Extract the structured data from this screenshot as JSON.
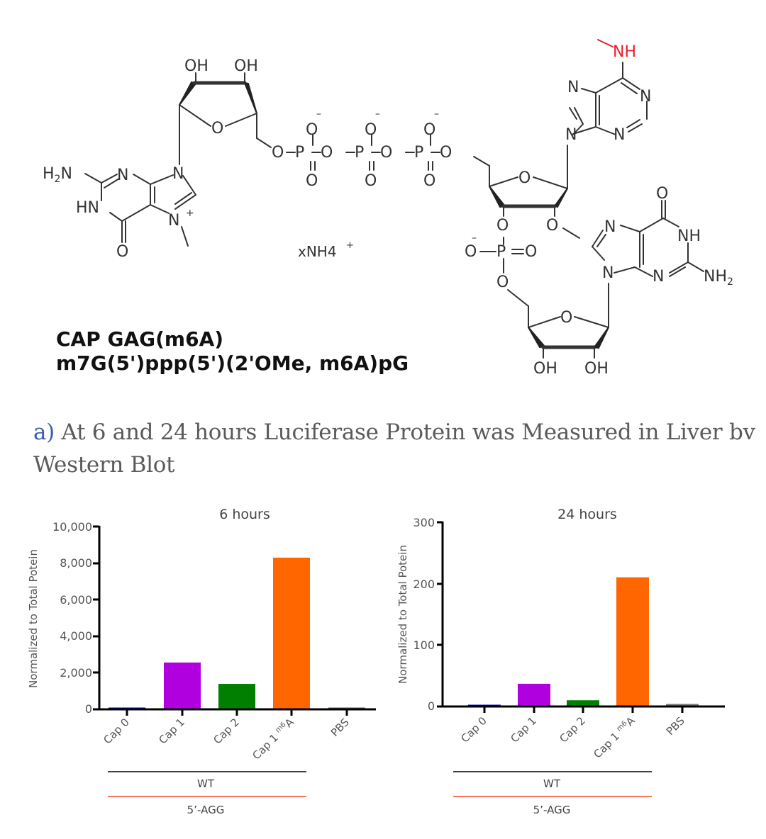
{
  "structure": {
    "name_line1": "CAP GAG(m6A)",
    "name_line2": "m7G(5')ppp(5')(2'OMe, m6A)pG",
    "counterion": "xNH4",
    "counterion_charge": "+",
    "methylamine_label": "NH",
    "highlight_color": "#e8202a"
  },
  "caption": {
    "label": "a)",
    "text": " At 6 and 24 hours Luciferase Protein was Measured in Liver bv Western Blot"
  },
  "legend": {
    "wt_label": "WT",
    "wt_color": "#000000",
    "agg_label": "5’-AGG",
    "agg_color": "#f04a23"
  },
  "chart_data": [
    {
      "type": "bar",
      "title": "6 hours",
      "xlabel": "",
      "ylabel": "Normalized to Total Potein",
      "categories": [
        "Cap 0",
        "Cap 1",
        "Cap 2",
        "Cap 1 m6A",
        "PBS"
      ],
      "values": [
        30,
        2530,
        1360,
        8290,
        5
      ],
      "colors": [
        "#0000cc",
        "#b000e0",
        "#008000",
        "#ff6600",
        "#555555"
      ],
      "ylim": [
        0,
        10000
      ],
      "yticks": [
        0,
        2000,
        4000,
        6000,
        8000,
        10000
      ],
      "ytick_labels": [
        "0",
        "2,000",
        "4,000",
        "6,000",
        "8,000",
        "10,000"
      ],
      "grid": false,
      "groups": [
        {
          "label": "WT",
          "categories": [
            "Cap 0",
            "Cap 1",
            "Cap 2",
            "Cap 1 m6A"
          ]
        },
        {
          "label": "5'-AGG",
          "categories": [
            "Cap 0",
            "Cap 1",
            "Cap 2",
            "Cap 1 m6A"
          ]
        }
      ]
    },
    {
      "type": "bar",
      "title": "24 hours",
      "xlabel": "",
      "ylabel": "Normalized to Total Potein",
      "categories": [
        "Cap 0",
        "Cap 1",
        "Cap 2",
        "Cap 1 m6A",
        "PBS"
      ],
      "values": [
        0.5,
        36,
        9,
        210,
        3
      ],
      "colors": [
        "#0000cc",
        "#b000e0",
        "#008000",
        "#ff6600",
        "#777777"
      ],
      "ylim": [
        0,
        300
      ],
      "yticks": [
        0,
        100,
        200,
        300
      ],
      "ytick_labels": [
        "0",
        "100",
        "200",
        "300"
      ],
      "grid": false,
      "groups": [
        {
          "label": "WT",
          "categories": [
            "Cap 0",
            "Cap 1",
            "Cap 2",
            "Cap 1 m6A"
          ]
        },
        {
          "label": "5'-AGG",
          "categories": [
            "Cap 0",
            "Cap 1",
            "Cap 2",
            "Cap 1 m6A"
          ]
        }
      ]
    }
  ]
}
